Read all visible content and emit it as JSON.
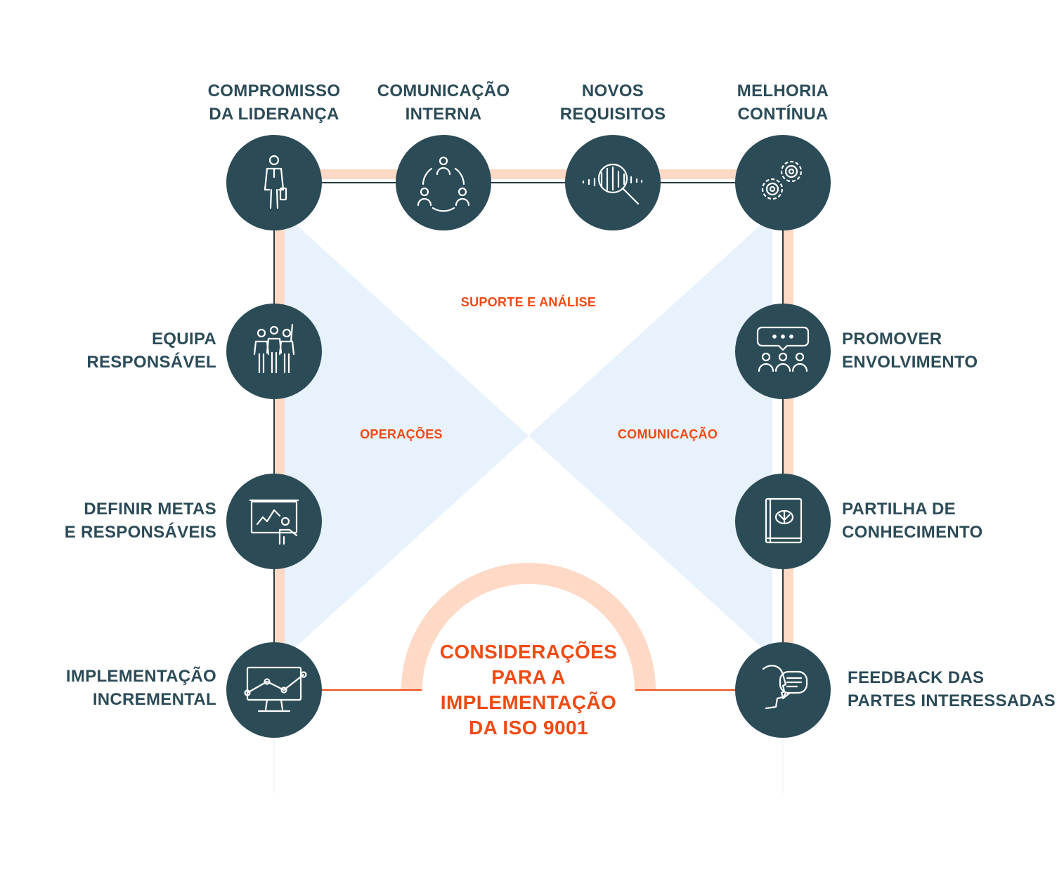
{
  "title_lines": [
    "CONSIDERAÇÕES",
    "PARA A",
    "IMPLEMENTAÇÃO",
    "DA ISO 9001"
  ],
  "zones": {
    "top": "SUPORTE E ANÁLISE",
    "left": "OPERAÇÕES",
    "right": "COMUNICAÇÃO"
  },
  "nodes": {
    "compromisso": {
      "lines": [
        "COMPROMISSO",
        "DA LIDERANÇA"
      ],
      "icon": "businessman-icon"
    },
    "comunicacao": {
      "lines": [
        "COMUNICAÇÃO",
        "INTERNA"
      ],
      "icon": "team-circle-icon"
    },
    "novos": {
      "lines": [
        "NOVOS",
        "REQUISITOS"
      ],
      "icon": "magnifier-analysis-icon"
    },
    "melhoria": {
      "lines": [
        "MELHORIA",
        "CONTÍNUA"
      ],
      "icon": "gears-icon"
    },
    "equipa": {
      "lines": [
        "EQUIPA",
        "RESPONSÁVEL"
      ],
      "icon": "team-people-icon"
    },
    "promover": {
      "lines": [
        "PROMOVER",
        "ENVOLVIMENTO"
      ],
      "icon": "speech-bubble-group-icon"
    },
    "definir": {
      "lines": [
        "DEFINIR METAS",
        "E RESPONSÁVEIS"
      ],
      "icon": "presentation-board-icon"
    },
    "partilha": {
      "lines": [
        "PARTILHA DE",
        "CONHECIMENTO"
      ],
      "icon": "knowledge-book-icon"
    },
    "implementacao": {
      "lines": [
        "IMPLEMENTAÇÃO",
        "INCREMENTAL"
      ],
      "icon": "monitor-chart-icon"
    },
    "feedback": {
      "lines": [
        "FEEDBACK DAS",
        "PARTES INTERESSADAS"
      ],
      "icon": "face-speech-icon"
    }
  },
  "colors": {
    "node_fill": "#2b4b57",
    "accent": "#f04a13",
    "band": "#fdd9c6",
    "shade": "#e8f2fd",
    "text": "#2b4b57"
  }
}
